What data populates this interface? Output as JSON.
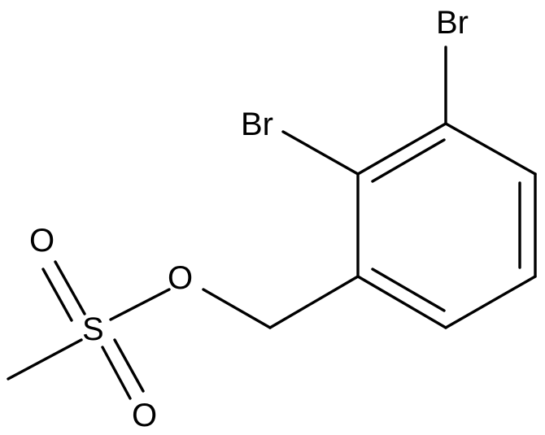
{
  "molecule": {
    "atoms": {
      "br_top": "Br",
      "br_left": "Br",
      "o_ether": "O",
      "s_center": "S",
      "o_upper": "O",
      "o_lower": "O"
    }
  }
}
